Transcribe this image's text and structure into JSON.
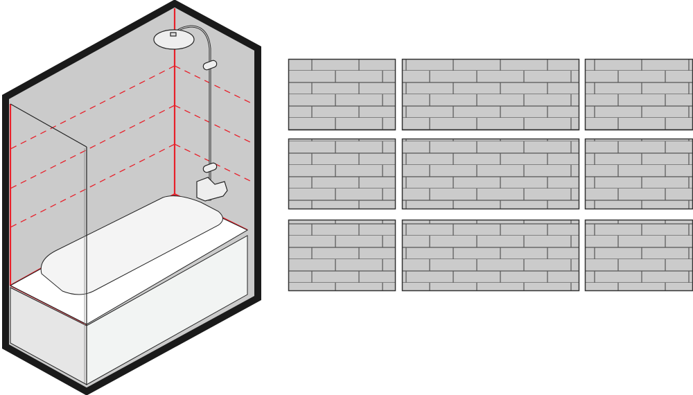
{
  "colors": {
    "background": "#ffffff",
    "wall": "#cbcbcb",
    "tile": "#cbcbcb",
    "tile_joint": "#555555",
    "outline": "#1a1a1a",
    "marking_red": "#e8202a",
    "bathtub": "#f2f4f3"
  },
  "illustration": {
    "subject-icon": "bathtub-with-shower-icon",
    "tile_panels": {
      "rows": 3,
      "columns": 3,
      "brick_rows_per_panel": 6
    }
  }
}
